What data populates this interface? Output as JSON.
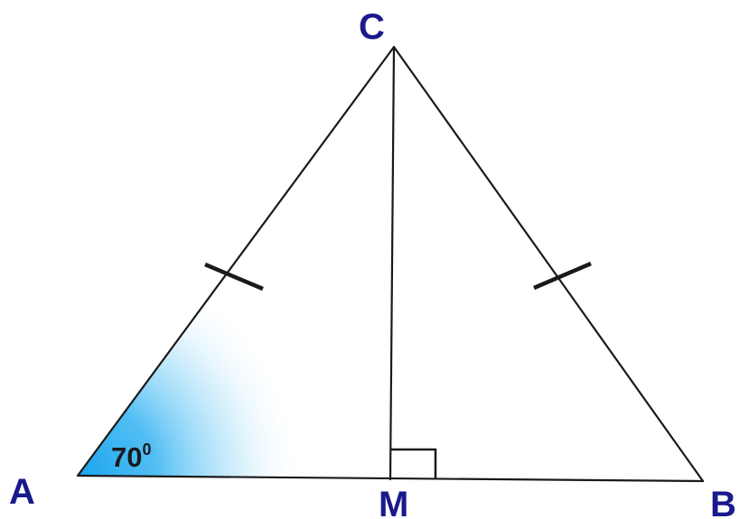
{
  "diagram": {
    "vertices": {
      "A": "A",
      "B": "B",
      "C": "C",
      "M": "M"
    },
    "angle_A": {
      "value": "70",
      "unit": "0"
    },
    "colors": {
      "vertex_label": "#1a1a8c",
      "line": "#1a1a1a",
      "angle_fill": "#1aa3ee"
    }
  }
}
